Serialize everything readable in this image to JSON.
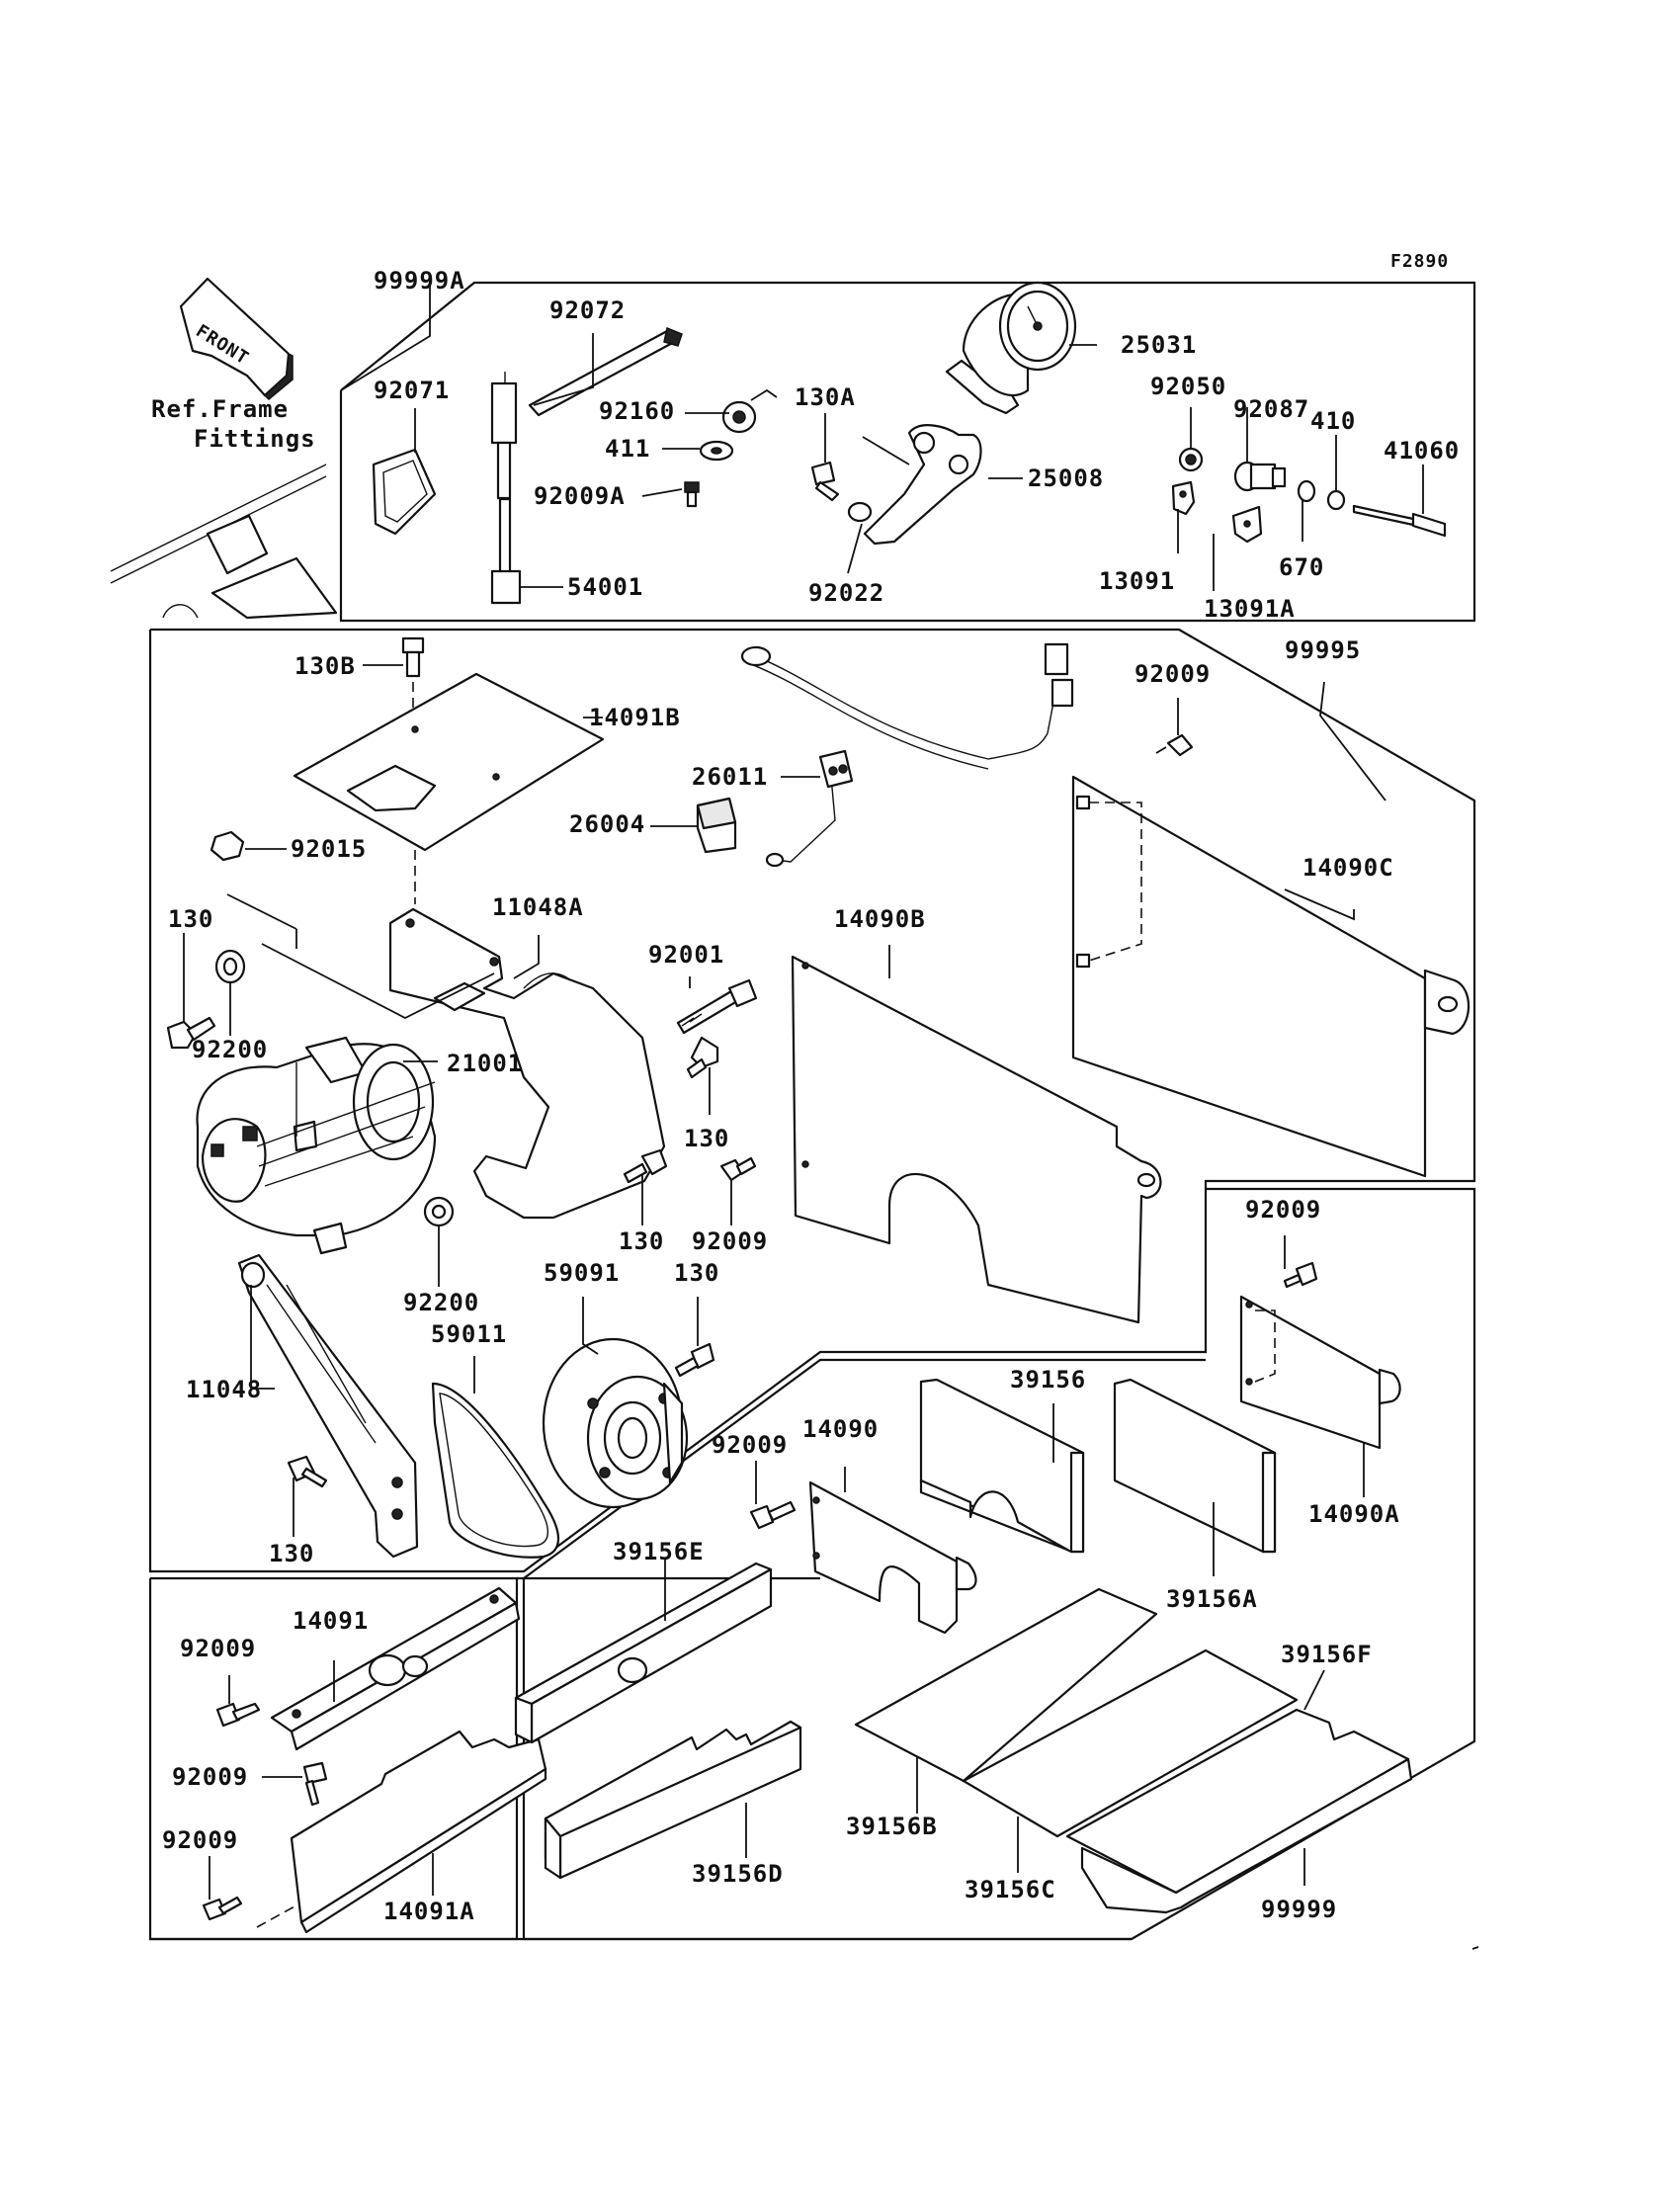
{
  "figure_code": "F2890",
  "front_arrow_label": "FRONT",
  "ref_note": [
    "Ref.Frame",
    "Fittings"
  ],
  "labels": {
    "l99999A": "99999A",
    "l92072": "92072",
    "l92071": "92071",
    "l92160": "92160",
    "l130A": "130A",
    "l411": "411",
    "l92009A": "92009A",
    "l54001": "54001",
    "l25031": "25031",
    "l25008": "25008",
    "l92022": "92022",
    "l92050": "92050",
    "l92087": "92087",
    "l410": "410",
    "l41060": "41060",
    "l13091": "13091",
    "l13091A": "13091A",
    "l670": "670",
    "l130B": "130B",
    "l14091B": "14091B",
    "l26011": "26011",
    "l26004": "26004",
    "l92009_a": "92009",
    "l99995": "99995",
    "l92015": "92015",
    "l11048A": "11048A",
    "l14090C": "14090C",
    "l14090B": "14090B",
    "l130_a": "130",
    "l92001": "92001",
    "l92200_a": "92200",
    "l21001": "21001",
    "l130_b": "130",
    "l130_c": "130",
    "l92009_b": "92009",
    "l92200_b": "92200",
    "l59091": "59091",
    "l130_d": "130",
    "l92009_c": "92009",
    "l59011": "59011",
    "l11048": "11048",
    "l39156": "39156",
    "l92009_d": "92009",
    "l14090": "14090",
    "l14090A": "14090A",
    "l130_e": "130",
    "l39156E": "39156E",
    "l39156A": "39156A",
    "l92009_e": "92009",
    "l14091": "14091",
    "l39156F": "39156F",
    "l92009_f": "92009",
    "l92009_g": "92009",
    "l39156B": "39156B",
    "l39156D": "39156D",
    "l14091A": "14091A",
    "l39156C": "39156C",
    "l99999": "99999"
  }
}
